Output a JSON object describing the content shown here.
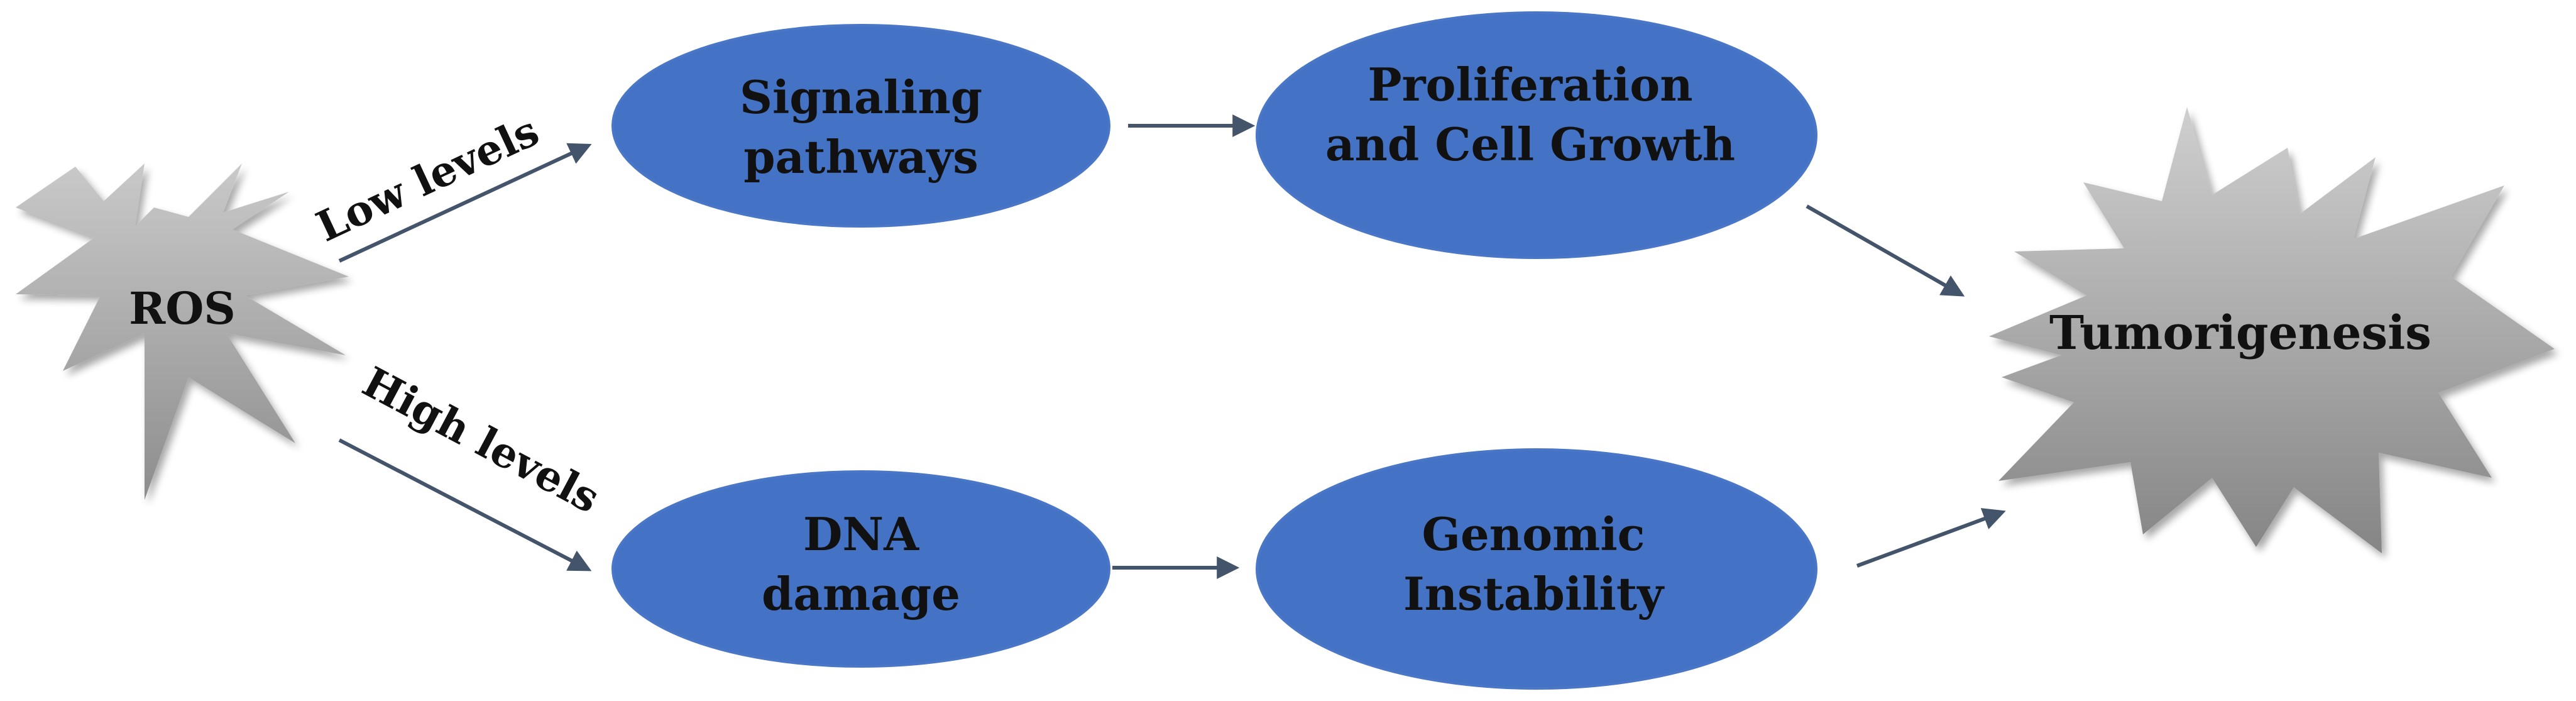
{
  "colors": {
    "ellipse_fill": "#4472C4",
    "ellipse_stroke": "#4A76C8",
    "star_fill_light": "#C8C8C8",
    "star_fill_dark": "#8E8E8E",
    "arrow": "#44546A",
    "text": "#111111"
  },
  "nodes": {
    "ros": {
      "label": "ROS"
    },
    "signaling": {
      "line1": "Signaling",
      "line2": "pathways"
    },
    "proliferation": {
      "line1": "Proliferation",
      "line2": "and Cell Growth"
    },
    "dna": {
      "line1": "DNA",
      "line2": "damage"
    },
    "genomic": {
      "line1": "Genomic",
      "line2": "Instability"
    },
    "tumorigenesis": {
      "label": "Tumorigenesis"
    }
  },
  "edges": {
    "low": {
      "label": "Low levels"
    },
    "high": {
      "label": "High levels"
    }
  }
}
